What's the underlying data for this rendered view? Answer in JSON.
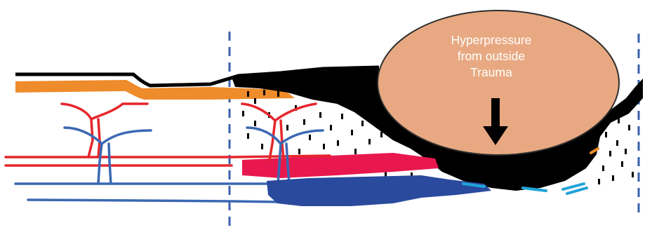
{
  "label": {
    "line1": "Hyperpressure",
    "line2": "from outside",
    "line3": "Trauma"
  },
  "colors": {
    "background": "#ffffff",
    "ellipse_fill": "#E8A982",
    "ellipse_stroke": "#2E2E2E",
    "tissue_black": "#000000",
    "fat_orange": "#EE8B2A",
    "artery_red": "#E5262C",
    "hemorrhage_red": "#E8184F",
    "vein_blue": "#3B68B3",
    "vein_dark": "#2A4A9E",
    "cyan": "#20A3D8",
    "dashed_line": "#3A60AC",
    "label_text": "#FFFFFF"
  },
  "icons": [
    "down-arrow-icon"
  ]
}
